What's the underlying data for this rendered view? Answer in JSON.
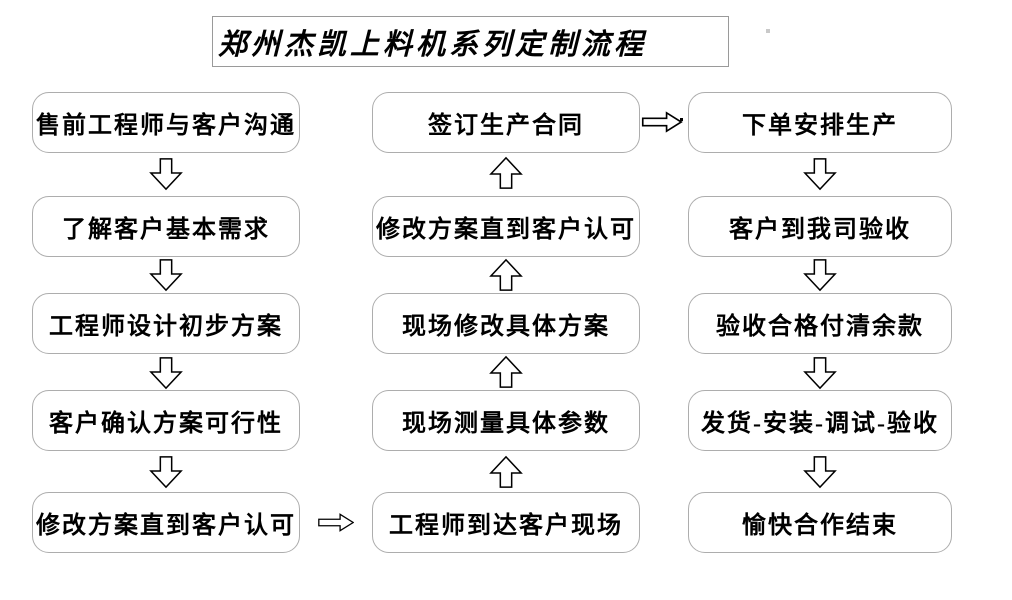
{
  "title": "郑州杰凯上料机系列定制流程",
  "columns": {
    "left": {
      "boxes": [
        "售前工程师与客户沟通",
        "了解客户基本需求",
        "工程师设计初步方案",
        "客户确认方案可行性",
        "修改方案直到客户认可"
      ]
    },
    "middle": {
      "boxes": [
        "签订生产合同",
        "修改方案直到客户认可",
        "现场修改具体方案",
        "现场测量具体参数",
        "工程师到达客户现场"
      ]
    },
    "right": {
      "boxes": [
        "下单安排生产",
        "客户到我司验收",
        "验收合格付清余款",
        "发货-安装-调试-验收",
        "愉快合作结束"
      ]
    }
  },
  "icons": {
    "arrow-down": "⇩",
    "arrow-up": "⇧",
    "arrow-right": "⇨"
  },
  "colors": {
    "background": "#ffffff",
    "box_border": "#adadad",
    "title_border": "#9a9a9a",
    "text": "#000000",
    "arrow_outline": "#000000",
    "arrow_fill": "#ffffff"
  }
}
